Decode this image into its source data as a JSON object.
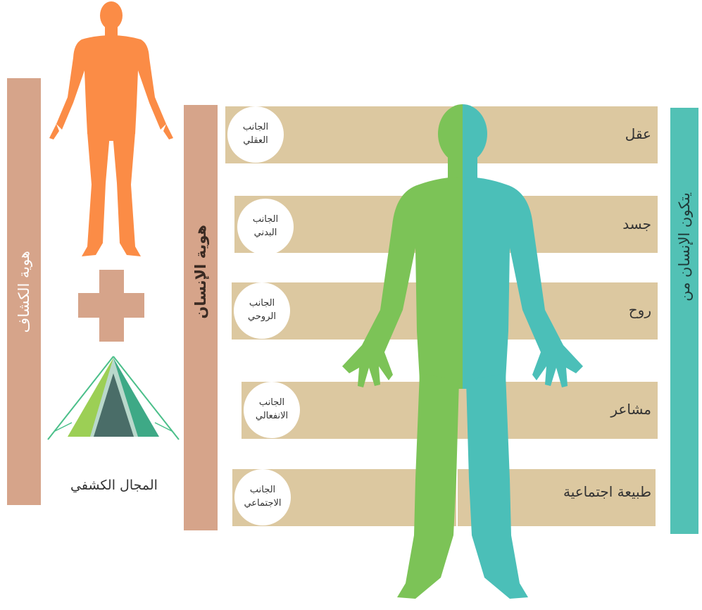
{
  "left_bar_label": "هوية الكشاف",
  "middle_bar_label": "هوية الإنسان",
  "right_bar_label": "يتكون الإنسان من",
  "scout_field_label": "المجال الكشفي",
  "aspects": [
    {
      "side": "الجانب",
      "name": "العقلي",
      "component": "عقل"
    },
    {
      "side": "الجانب",
      "name": "البدني",
      "component": "جسد"
    },
    {
      "side": "الجانب",
      "name": "الروحي",
      "component": "روح"
    },
    {
      "side": "الجانب",
      "name": "الانفعالي",
      "component": "مشاعر"
    },
    {
      "side": "الجانب",
      "name": "الاجتماعي",
      "component": "طبيعة اجتماعية"
    }
  ],
  "colors": {
    "bar": "#d6a48a",
    "band": "#dcc8a0",
    "right_bar": "#52c1b5",
    "orange_figure": "#fb8c46",
    "green_half": "#7cc357",
    "teal_half": "#4bbfb8",
    "plus": "#d6a48a"
  }
}
